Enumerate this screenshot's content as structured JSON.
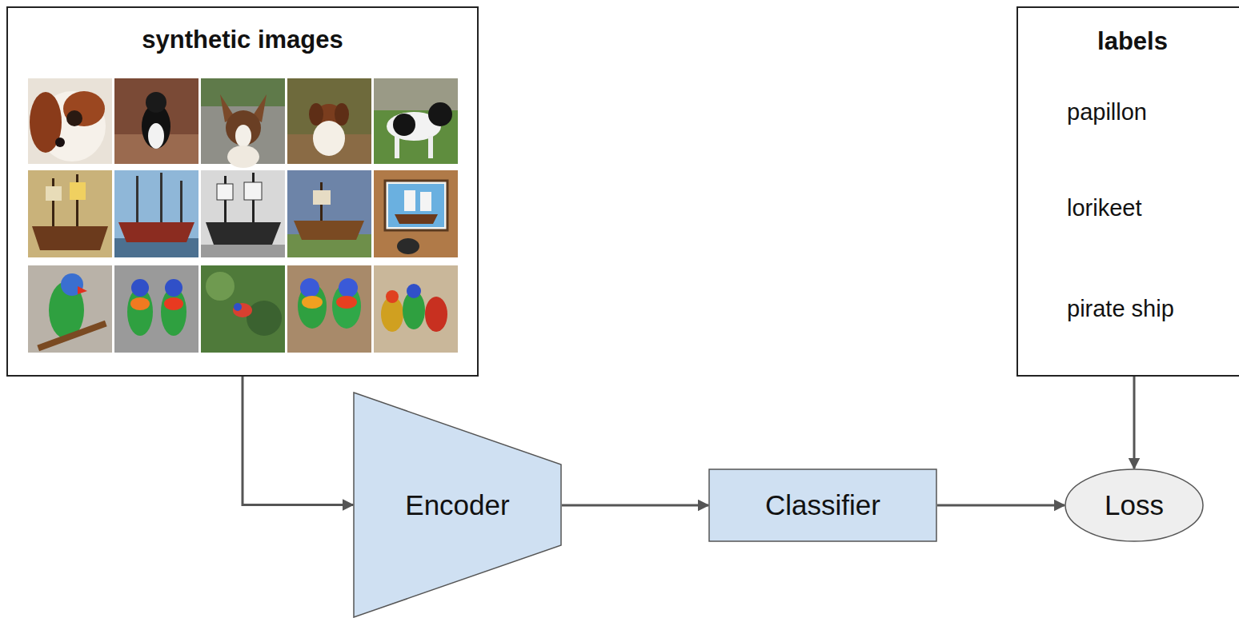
{
  "diagram": {
    "nodes": [
      {
        "text": [
          "synthetic images"
        ]
      },
      {
        "text": [
          "labels",
          "papillon",
          "lorikeet",
          "pirate ship"
        ]
      },
      {
        "text": [
          "Encoder"
        ]
      },
      {
        "text": [
          "Classifier"
        ]
      },
      {
        "text": [
          "Loss"
        ]
      }
    ],
    "edges": [
      {
        "from": 0,
        "to": 2,
        "arrow": "to"
      },
      {
        "from": 2,
        "to": 3,
        "arrow": "to"
      },
      {
        "from": 3,
        "to": 4,
        "arrow": "to"
      },
      {
        "from": 1,
        "to": 4,
        "arrow": "to"
      }
    ]
  }
}
